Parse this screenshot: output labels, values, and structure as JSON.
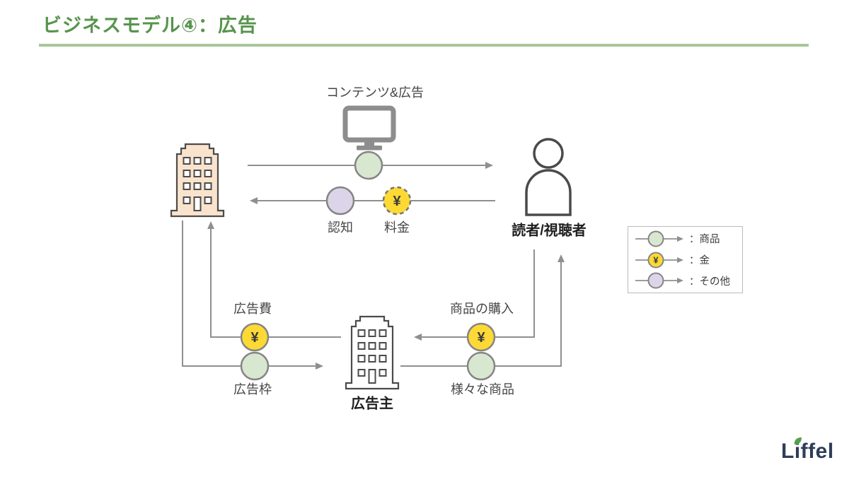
{
  "header": {
    "title": "ビジネスモデル④：広告"
  },
  "diagram": {
    "content_label": "コンテンツ&広告",
    "reader_label": "読者/視聴者",
    "advertiser_label": "広告主",
    "yen_symbol": "¥",
    "flows": {
      "recognition": "認知",
      "fee": "料金",
      "ad_fee": "広告費",
      "ad_slot": "広告枠",
      "purchase": "商品の購入",
      "products": "様々な商品"
    }
  },
  "legend": {
    "items": [
      {
        "icon": "green-circle",
        "label": "：商品"
      },
      {
        "icon": "yellow-yen-circle",
        "label": "：金"
      },
      {
        "icon": "purple-circle",
        "label": "：その他"
      }
    ]
  },
  "logo": {
    "text": "Liffel"
  },
  "colors": {
    "title_green": "#57944d",
    "underline_green": "#a8c79a",
    "line_gray": "#8f8f8f",
    "goods_green": "#d8e7cf",
    "money_yellow": "#fcd935",
    "other_purple": "#dcd4e8",
    "building_peach": "#fae3cc",
    "logo_navy": "#2e3d58"
  }
}
